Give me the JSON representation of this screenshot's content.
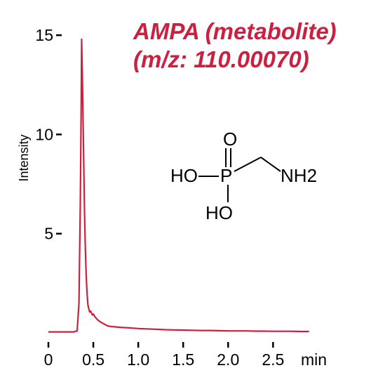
{
  "chart_data": {
    "type": "line",
    "title": [
      "AMPA (metabolite)",
      "(m/z: 110.00070)"
    ],
    "title_color": "#cc2040",
    "line_color": "#cc2040",
    "xlabel": "min",
    "ylabel": "Intensity",
    "xlim": [
      0,
      2.95
    ],
    "ylim": [
      0,
      15.5
    ],
    "x_ticks": [
      0,
      0.5,
      1.0,
      1.5,
      2.0,
      2.5
    ],
    "x_tick_labels": [
      "0",
      "0.5",
      "1.0",
      "1.5",
      "2.0",
      "2.5"
    ],
    "y_ticks": [
      5,
      10,
      15
    ],
    "y_tick_labels": [
      "5",
      "10",
      "15"
    ],
    "grid": false,
    "series": [
      {
        "x": [
          0,
          0.15,
          0.28,
          0.32,
          0.34,
          0.355,
          0.365,
          0.37,
          0.378,
          0.39,
          0.4,
          0.41,
          0.42,
          0.43,
          0.44,
          0.45,
          0.46,
          0.47,
          0.48,
          0.49,
          0.5,
          0.52,
          0.55,
          0.58,
          0.62,
          0.66,
          0.7,
          0.75,
          0.8,
          0.9,
          1.0,
          1.1,
          1.2,
          1.3,
          1.4,
          1.5,
          1.6,
          1.7,
          1.8,
          1.9,
          2.0,
          2.1,
          2.2,
          2.3,
          2.4,
          2.5,
          2.6,
          2.7,
          2.8,
          2.9
        ],
        "y": [
          0.05,
          0.05,
          0.05,
          0.1,
          1.5,
          6.5,
          11.5,
          14.8,
          13.0,
          9.5,
          6.5,
          4.5,
          3.0,
          2.0,
          1.4,
          1.2,
          1.05,
          1.1,
          1.0,
          0.9,
          0.95,
          0.8,
          0.65,
          0.55,
          0.45,
          0.35,
          0.32,
          0.3,
          0.28,
          0.25,
          0.22,
          0.2,
          0.18,
          0.16,
          0.15,
          0.14,
          0.13,
          0.12,
          0.12,
          0.11,
          0.1,
          0.1,
          0.1,
          0.09,
          0.09,
          0.08,
          0.08,
          0.08,
          0.07,
          0.07
        ]
      }
    ]
  },
  "structure": {
    "O_top": "O",
    "HO_left": "HO",
    "P": "P",
    "NH": "NH",
    "NH_sub": "2",
    "HO_bottom": "HO"
  }
}
